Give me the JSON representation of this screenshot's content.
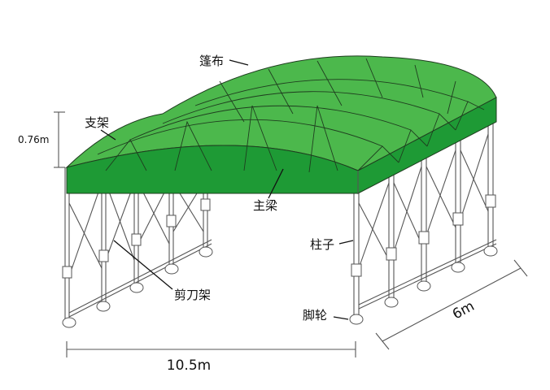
{
  "labels": {
    "canopy": "篷布",
    "bracket": "支架",
    "main_beam": "主梁",
    "column": "柱子",
    "scissor_frame": "剪刀架",
    "caster": "脚轮"
  },
  "dimensions": {
    "height": "0.76m",
    "length": "10.5m",
    "width": "6m"
  },
  "colors": {
    "canopy_top": "#4cb84c",
    "canopy_side": "#1e9a35",
    "line": "#1f3d1f",
    "frame": "#555555"
  }
}
